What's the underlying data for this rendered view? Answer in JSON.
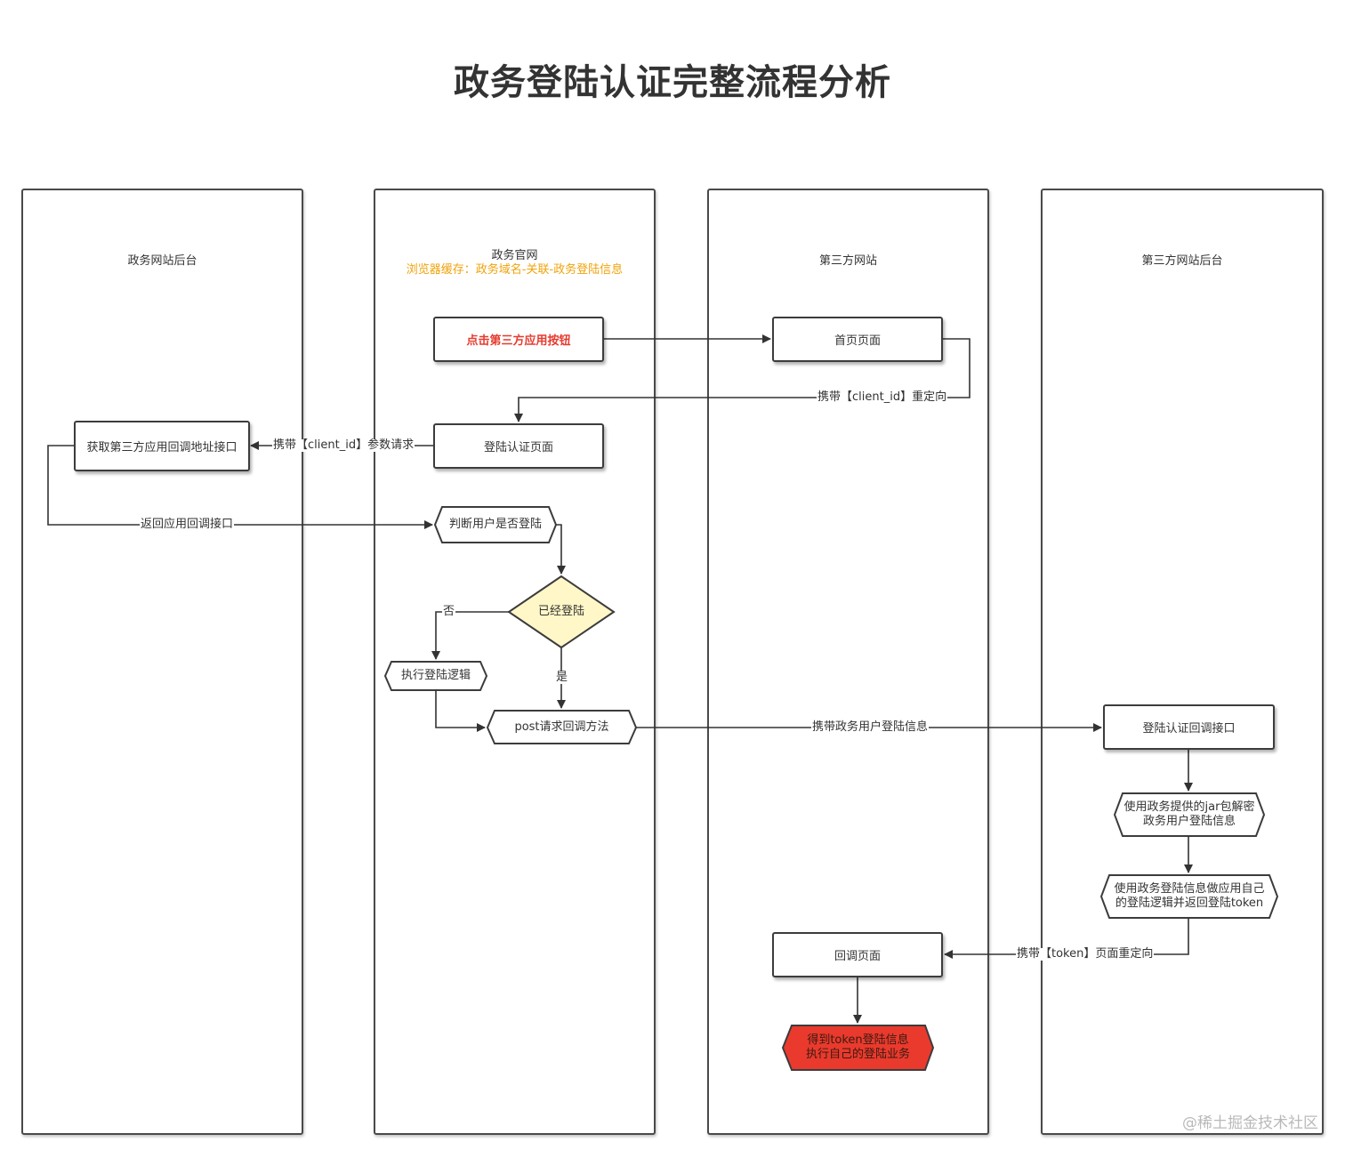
{
  "title": "政务登陆认证完整流程分析",
  "lanes": [
    {
      "title": "政务网站后台",
      "subtitle": ""
    },
    {
      "title": "政务官网",
      "subtitle": "浏览器缓存：政务域名-关联-政务登陆信息"
    },
    {
      "title": "第三方网站",
      "subtitle": ""
    },
    {
      "title": "第三方网站后台",
      "subtitle": ""
    }
  ],
  "nodes": {
    "click_button": "点击第三方应用按钮",
    "home_page": "首页页面",
    "login_auth_page": "登陆认证页面",
    "get_callback_api": "获取第三方应用回调地址接口",
    "check_user_login": "判断用户是否登陆",
    "already_logged_in": "已经登陆",
    "exec_login_logic": "执行登陆逻辑",
    "post_callback": "post请求回调方法",
    "login_callback_api": "登陆认证回调接口",
    "decrypt_line1": "使用政务提供的jar包解密",
    "decrypt_line2": "政务用户登陆信息",
    "own_logic_line1": "使用政务登陆信息做应用自己",
    "own_logic_line2": "的登陆逻辑并返回登陆token",
    "callback_page": "回调页面",
    "final_line1": "得到token登陆信息",
    "final_line2": "执行自己的登陆业务"
  },
  "edges": {
    "redirect_client_id": "携带【client_id】重定向",
    "param_request": "携带【client_id】参数请求",
    "return_callback": "返回应用回调接口",
    "no": "否",
    "yes": "是",
    "carry_user_info": "携带政务用户登陆信息",
    "token_redirect": "携带【token】页面重定向"
  },
  "colors": {
    "line": "#333333",
    "decision_fill": "#fff7c7",
    "final_fill": "#ea3a2d",
    "highlight_text": "#e63b2e",
    "subtitle_text": "#f0a30a"
  },
  "watermark": "@稀土掘金技术社区"
}
